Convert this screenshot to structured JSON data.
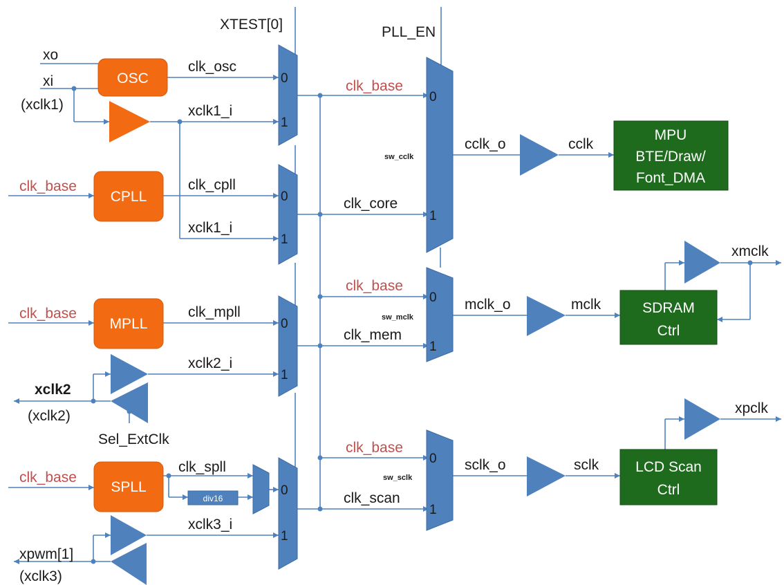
{
  "control_signals": {
    "xtest": "XTEST[0]",
    "pll_en": "PLL_EN"
  },
  "inputs": {
    "xo": "xo",
    "xi": "xi",
    "xi_alias": "(xclk1)",
    "xclk2": "xclk2",
    "xclk2_alias": "(xclk2)",
    "sel_extclk": "Sel_ExtClk",
    "xpwm": "xpwm[1]",
    "xpwm_alias": "(xclk3)"
  },
  "clk_base_label": "clk_base",
  "blocks": {
    "osc": "OSC",
    "cpll": "CPLL",
    "mpll": "MPLL",
    "spll": "SPLL",
    "div16": "div16",
    "mpu": [
      "MPU",
      "BTE/Draw/",
      "Font_DMA"
    ],
    "sdram": [
      "SDRAM",
      "Ctrl"
    ],
    "lcd": [
      "LCD Scan",
      "Ctrl"
    ]
  },
  "signals": {
    "clk_osc": "clk_osc",
    "xclk1_i": "xclk1_i",
    "clk_cpll": "clk_cpll",
    "clk_mpll": "clk_mpll",
    "xclk2_i": "xclk2_i",
    "clk_spll": "clk_spll",
    "xclk3_i": "xclk3_i",
    "clk_core": "clk_core",
    "clk_mem": "clk_mem",
    "clk_scan": "clk_scan",
    "cclk_o": "cclk_o",
    "cclk": "cclk",
    "mclk_o": "mclk_o",
    "mclk": "mclk",
    "sclk_o": "sclk_o",
    "sclk": "sclk",
    "xmclk": "xmclk",
    "xpclk": "xpclk"
  },
  "mux_ports": {
    "zero": "0",
    "one": "1"
  },
  "mux_selects": {
    "sw_cclk": "sw_cclk",
    "sw_mclk": "sw_mclk",
    "sw_sclk": "sw_sclk"
  }
}
